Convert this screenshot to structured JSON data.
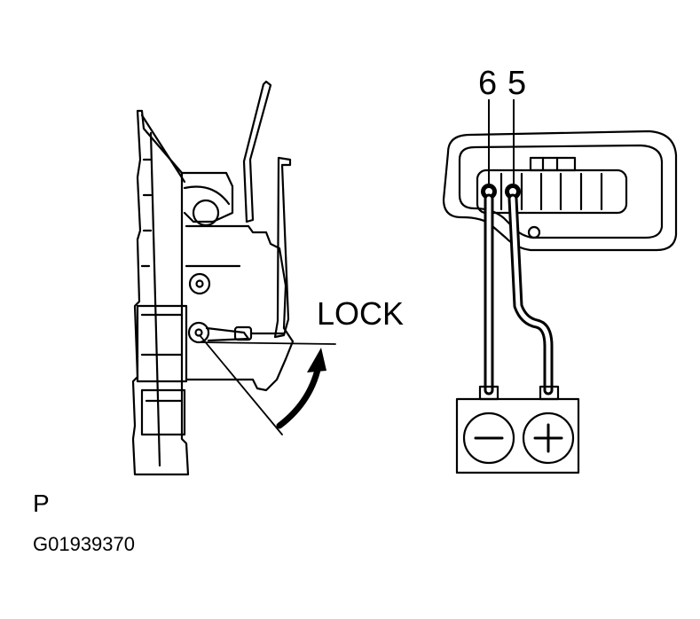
{
  "figure": {
    "callout_lock": "LOCK",
    "pin_left": "6",
    "pin_right": "5",
    "battery_negative": "−",
    "battery_positive": "+",
    "view_marker": "P",
    "figure_code": "G01939370"
  },
  "colors": {
    "ink": "#000000",
    "background": "#ffffff"
  }
}
